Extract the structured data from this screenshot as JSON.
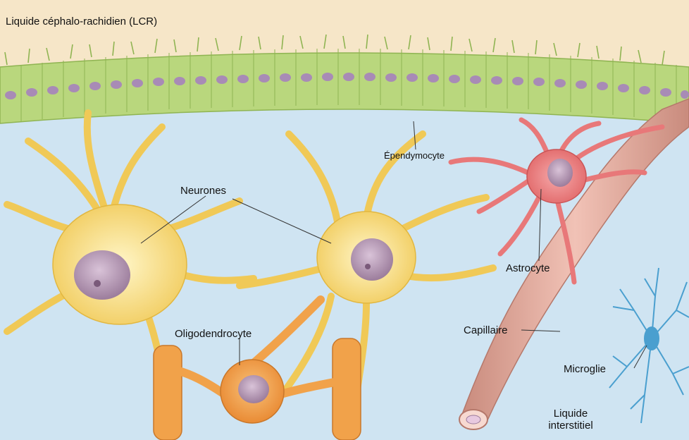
{
  "labels": {
    "csf": "Liquide céphalo-rachidien (LCR)",
    "ependymocyte": "Épendymocyte",
    "neurons": "Neurones",
    "astrocyte": "Astrocyte",
    "oligodendrocyte": "Oligodendrocyte",
    "capillary": "Capillaire",
    "microglia": "Microglie",
    "interstitial_line1": "Liquide",
    "interstitial_line2": "interstitiel"
  },
  "colors": {
    "csf": "#f6e6c8",
    "interstitial": "#cfe4f2",
    "ependyma": "#b9d77d",
    "neuron": "#f3d46b",
    "nucleus": "#b49ab3",
    "astrocyte": "#e87879",
    "oligodendrocyte": "#f1a24a",
    "capillary": "#e2aa9b",
    "microglia": "#4a9fcf"
  }
}
